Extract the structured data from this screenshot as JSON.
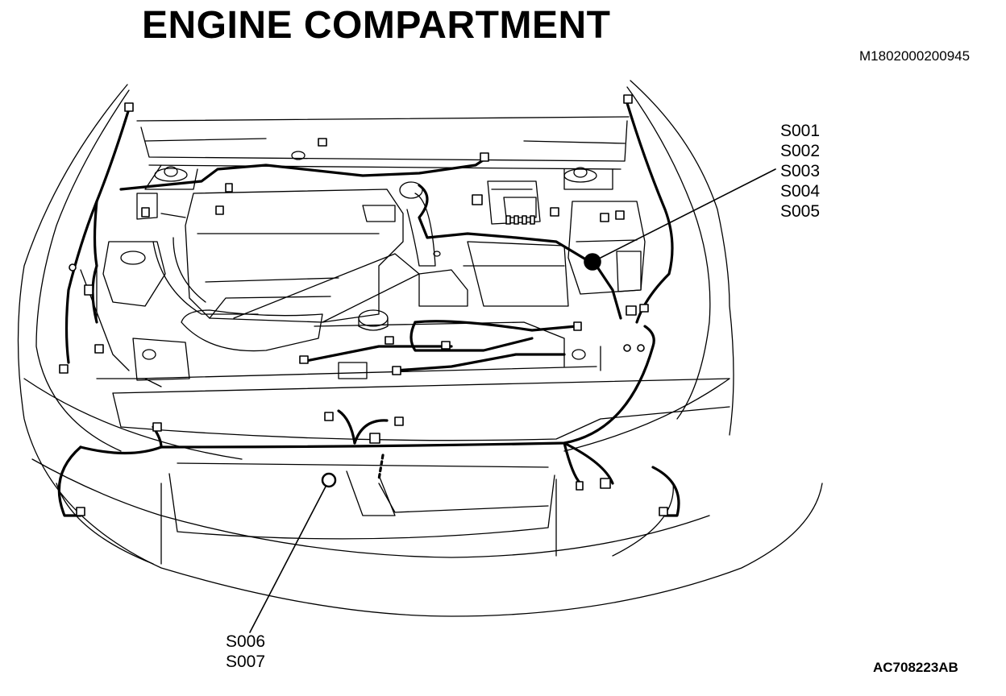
{
  "title": "ENGINE COMPARTMENT",
  "document_code": "M1802000200945",
  "figure_code": "AC708223AB",
  "callouts": {
    "upper_right": [
      "S001",
      "S002",
      "S003",
      "S004",
      "S005"
    ],
    "lower_center": [
      "S006",
      "S007"
    ]
  }
}
